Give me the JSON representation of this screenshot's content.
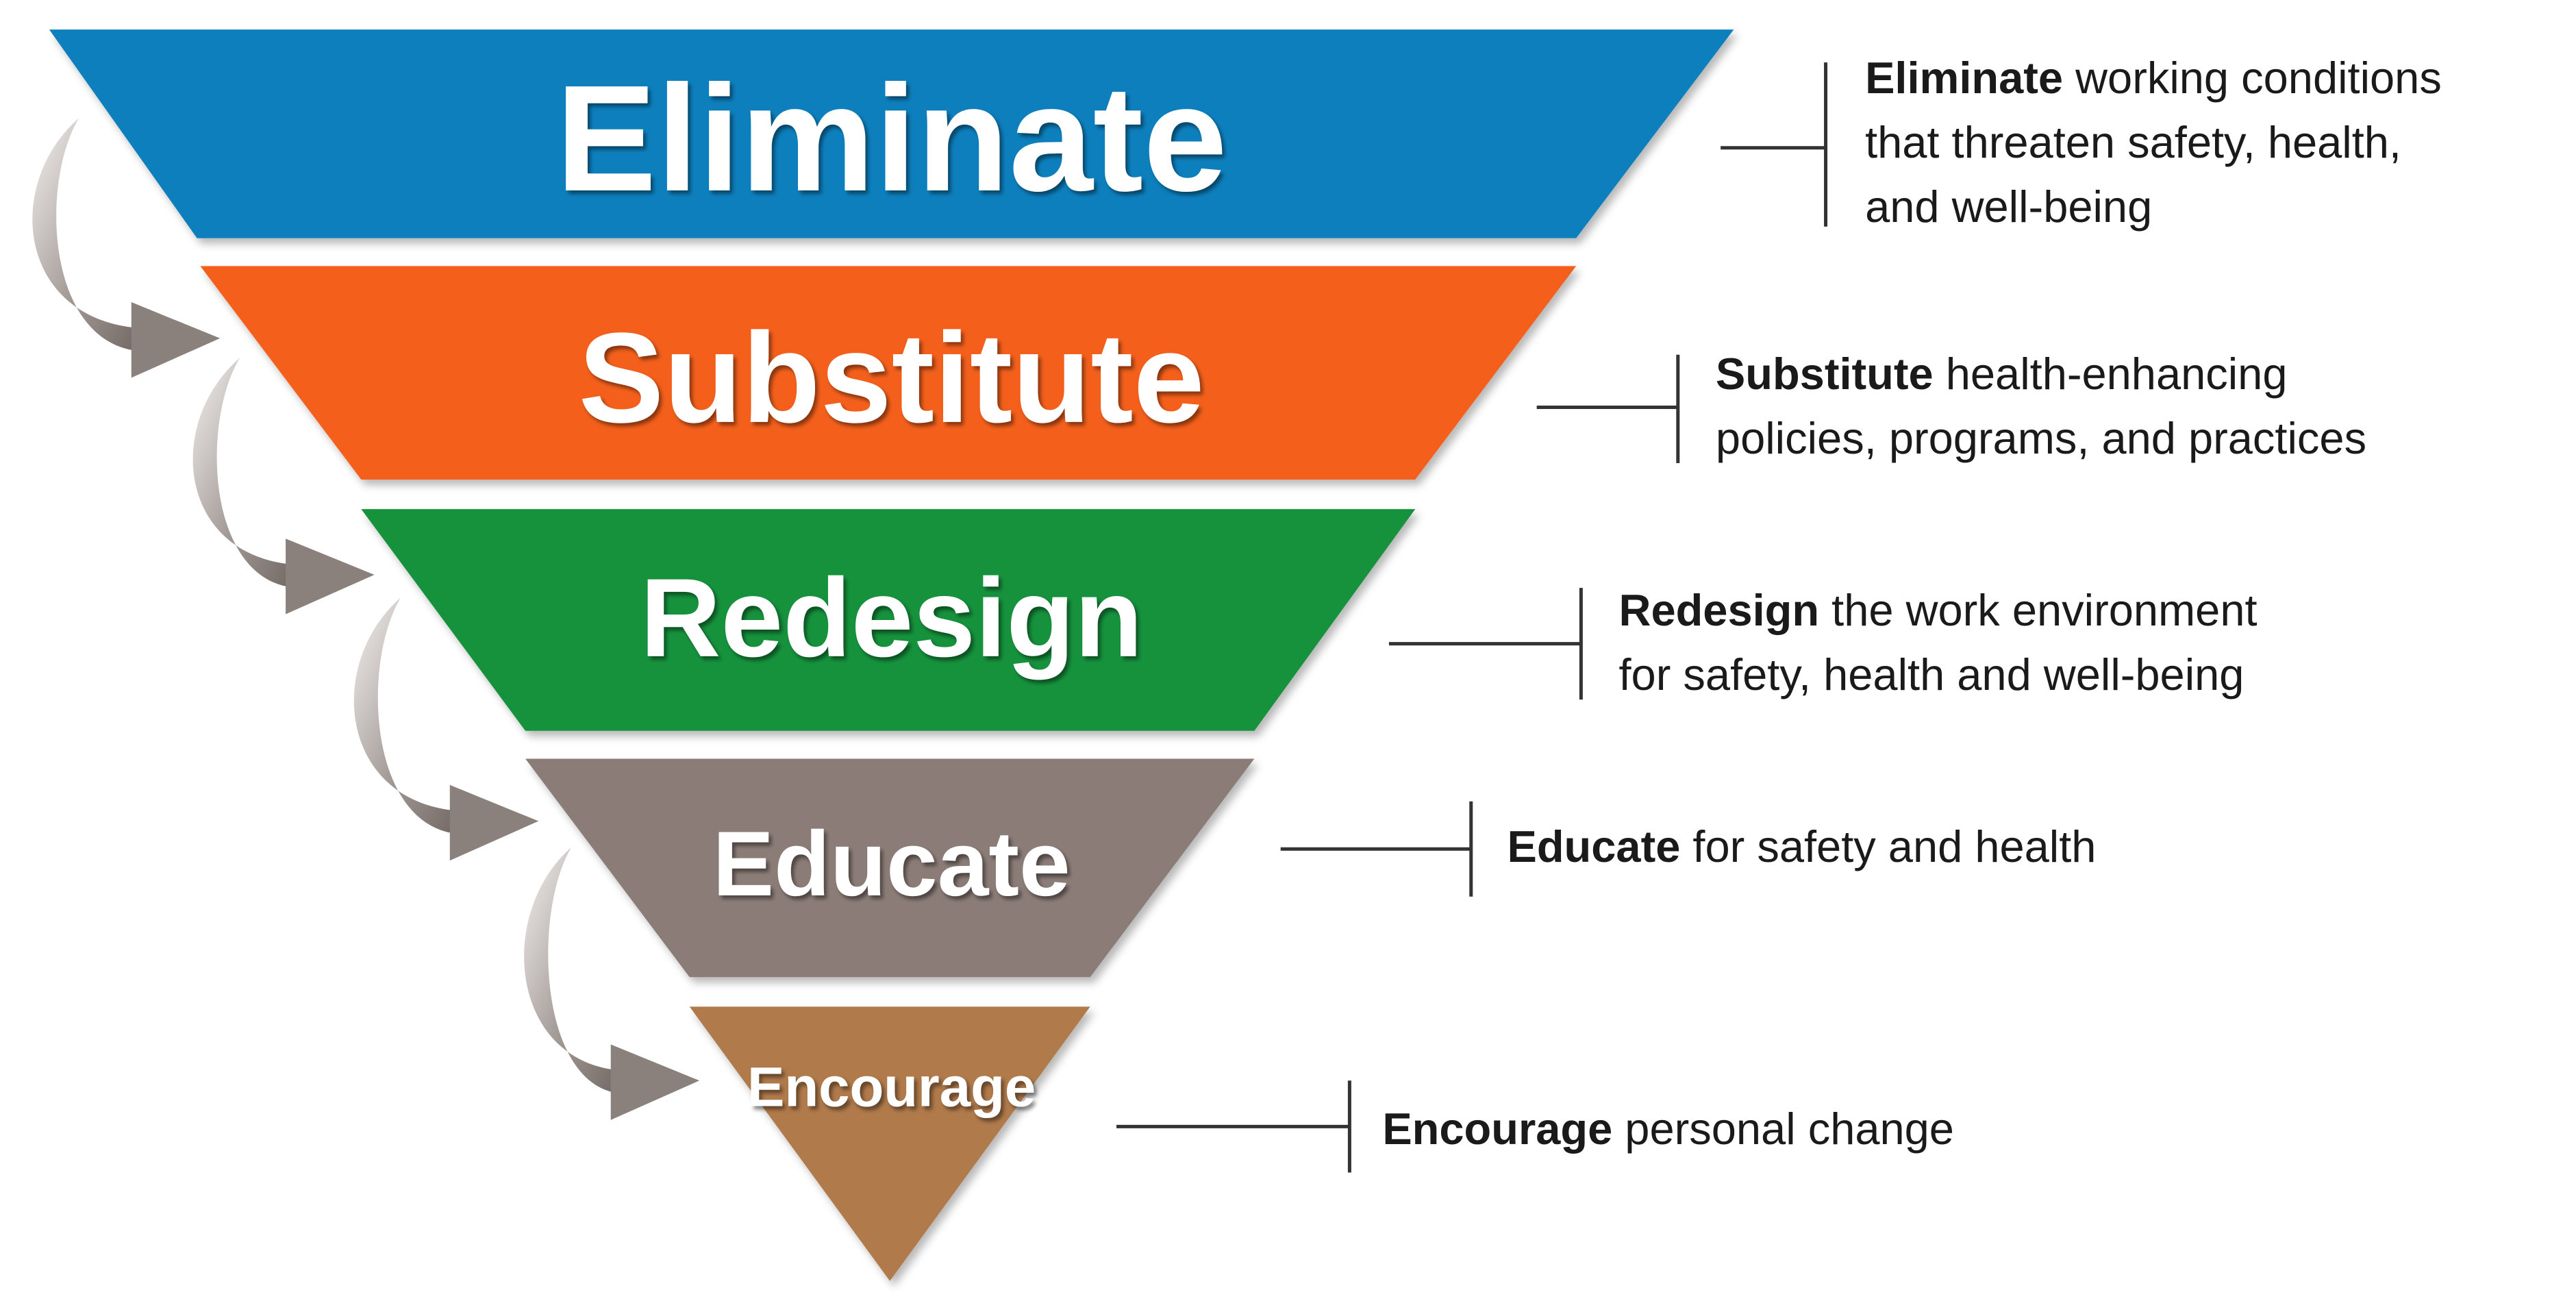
{
  "colors": {
    "eliminate": "#0a7fbd",
    "substitute": "#f4601f",
    "redesign": "#15923c",
    "educate": "#8b7c77",
    "encourage": "#b07a4c",
    "arrow": "#8a817d",
    "bracket": "#333333"
  },
  "levels": [
    {
      "title": "Eliminate",
      "color_key": "eliminate",
      "desc_bold": "Eliminate",
      "desc_lines": [
        " working conditions",
        "that threaten safety, health,",
        "and well-being"
      ]
    },
    {
      "title": "Substitute",
      "color_key": "substitute",
      "desc_bold": "Substitute",
      "desc_lines": [
        " health-enhancing",
        "policies, programs, and practices"
      ]
    },
    {
      "title": "Redesign",
      "color_key": "redesign",
      "desc_bold": "Redesign",
      "desc_lines": [
        " the work environment",
        "for safety, health and well-being"
      ]
    },
    {
      "title": "Educate",
      "color_key": "educate",
      "desc_bold": "Educate",
      "desc_lines": [
        " for safety and health"
      ]
    },
    {
      "title": "Encourage",
      "color_key": "encourage",
      "desc_bold": "Encourage",
      "desc_lines": [
        " personal change"
      ]
    }
  ]
}
